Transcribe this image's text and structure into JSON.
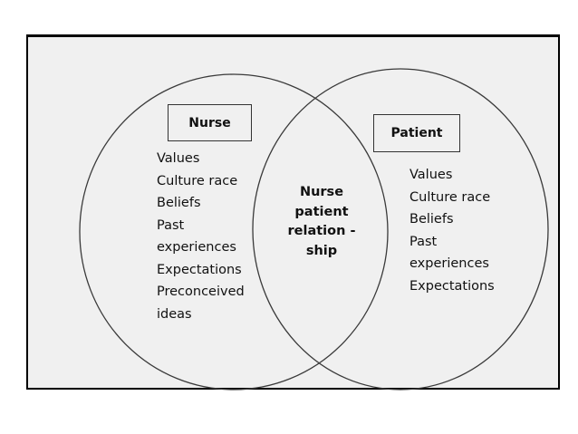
{
  "diagram": {
    "left_circle": {
      "title": "Nurse",
      "items": [
        "Values",
        "Culture race",
        "Beliefs",
        "Past",
        "experiences",
        "Expectations",
        "Preconceived",
        "ideas"
      ]
    },
    "right_circle": {
      "title": "Patient",
      "items": [
        "Values",
        "Culture race",
        "Beliefs",
        "Past",
        "experiences",
        "Expectations"
      ]
    },
    "overlap": {
      "lines": [
        "Nurse",
        "patient",
        "relation -",
        "ship"
      ]
    }
  },
  "colors": {
    "frame_background": "#f0f0f0",
    "border": "#000000",
    "text": "#111111"
  }
}
